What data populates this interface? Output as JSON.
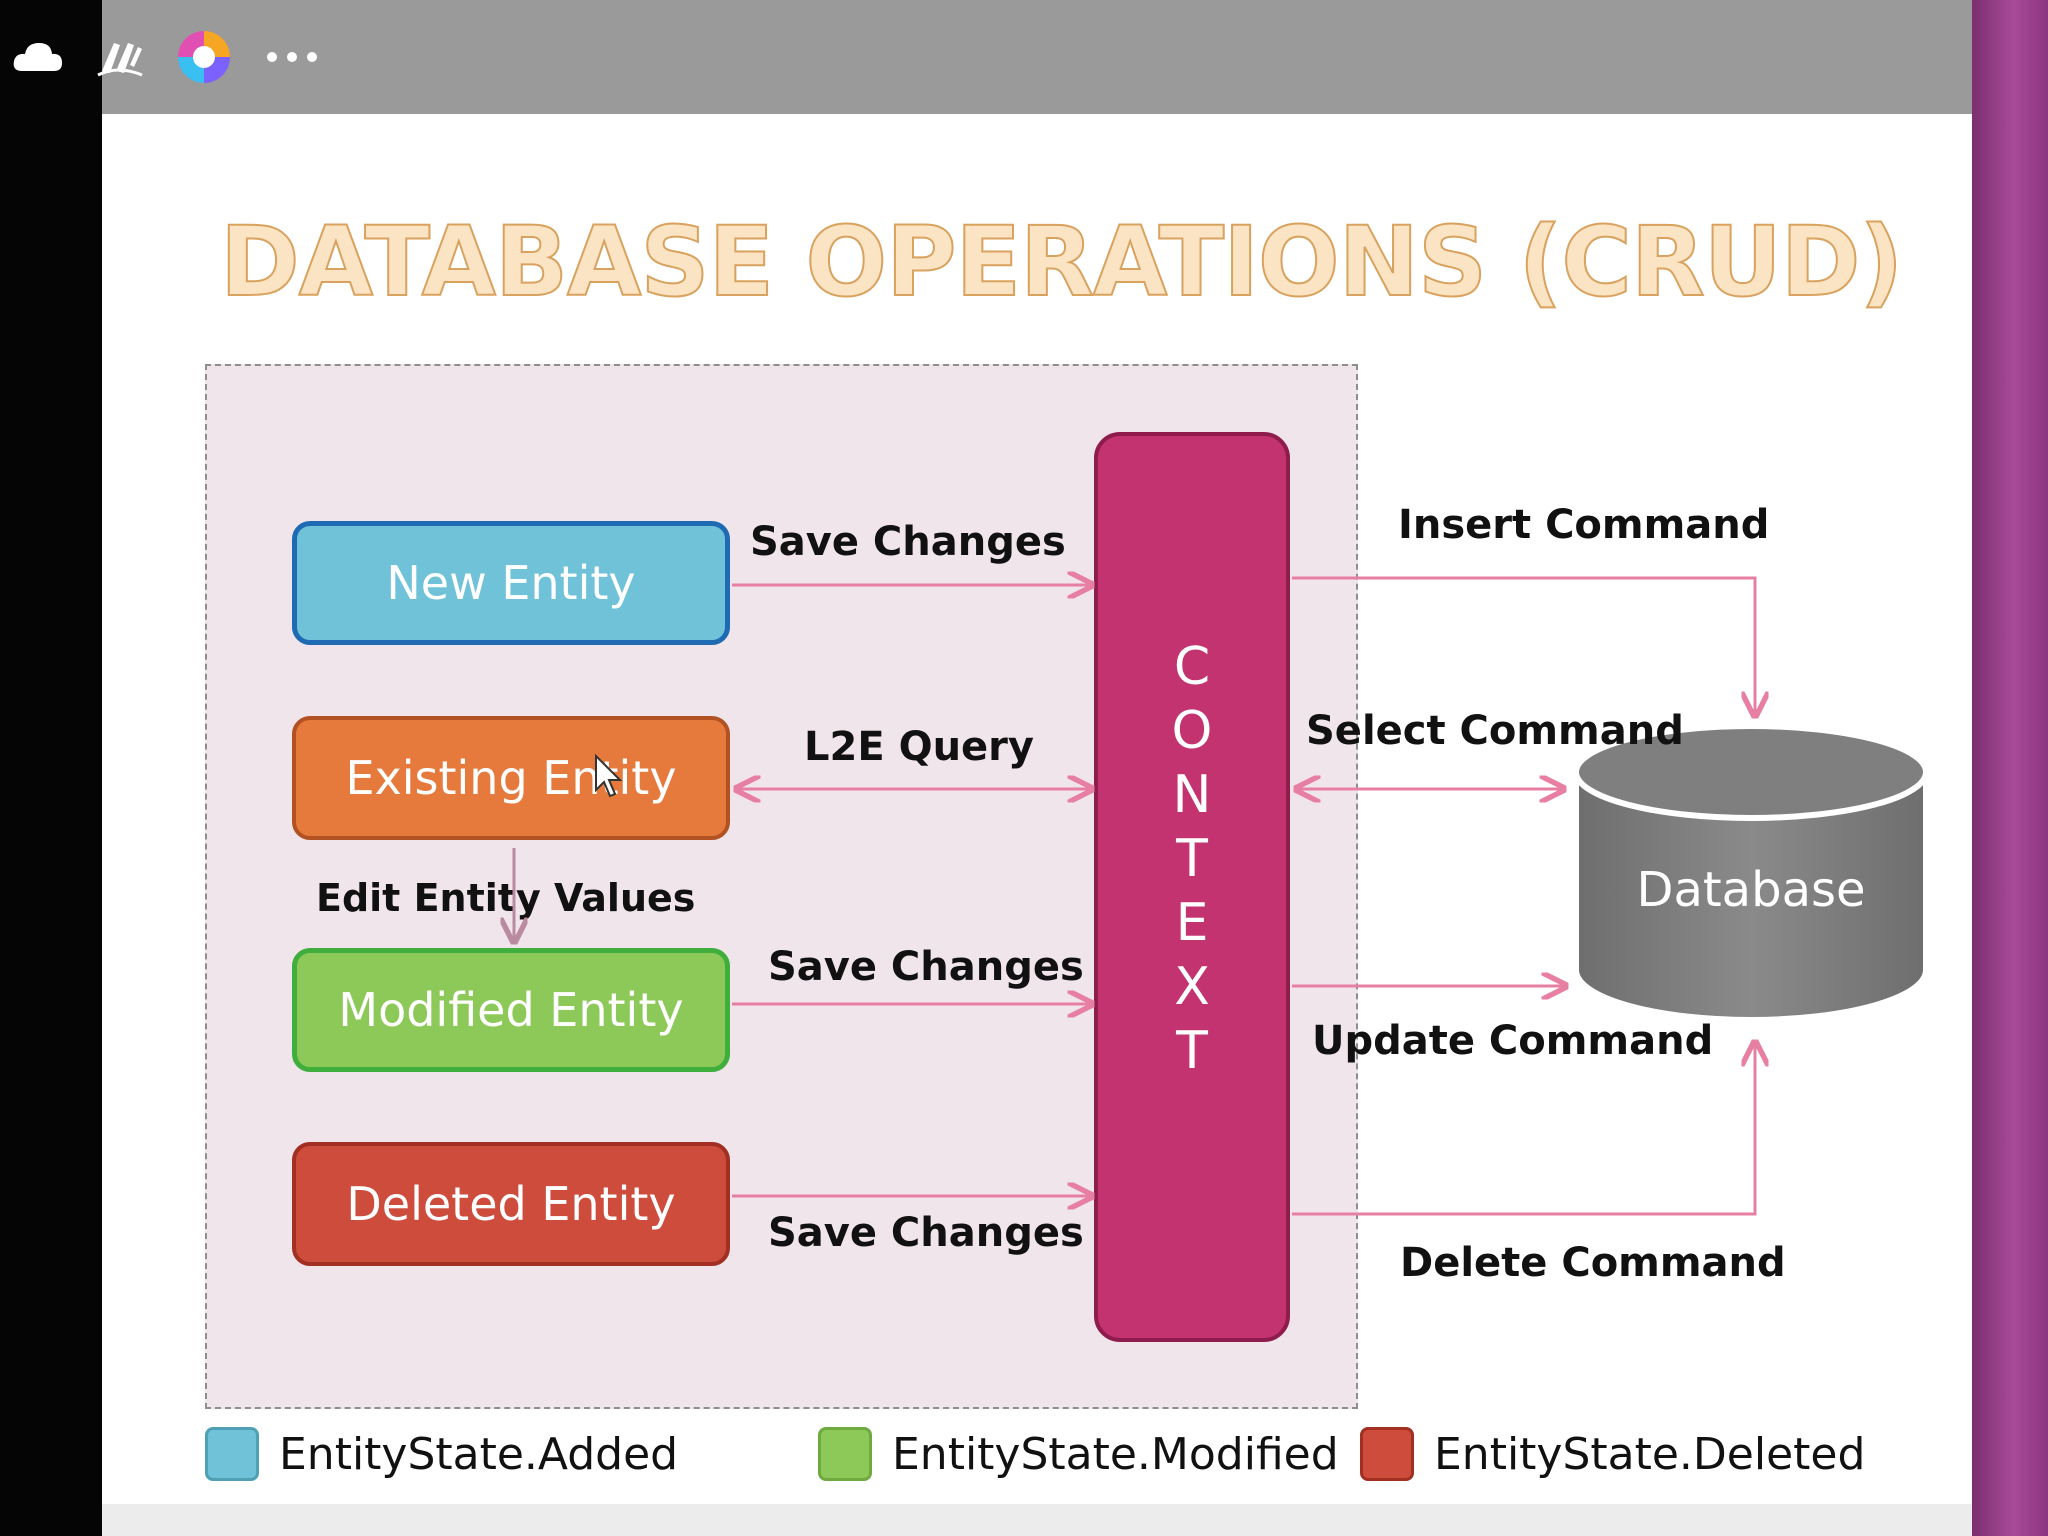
{
  "title": "DATABASE OPERATIONS (CRUD)",
  "tray_icons": [
    "cloud-icon",
    "stylus-icon",
    "colorful-app-icon",
    "more-icon"
  ],
  "entities": {
    "new": "New Entity",
    "existing": "Existing Entity",
    "modified": "Modified Entity",
    "deleted": "Deleted Entity"
  },
  "context_letters": [
    "C",
    "O",
    "N",
    "T",
    "E",
    "X",
    "T"
  ],
  "database_label": "Database",
  "arrow_labels": {
    "save_changes_new": "Save Changes",
    "l2e_query": "L2E Query",
    "edit_entity_values": "Edit Entity Values",
    "save_changes_modified": "Save Changes",
    "save_changes_deleted": "Save Changes",
    "insert_command": "Insert Command",
    "select_command": "Select Command",
    "update_command": "Update Command",
    "delete_command": "Delete Command"
  },
  "legend": [
    {
      "label": "EntityState.Added",
      "color": "#6fc2d8"
    },
    {
      "label": "EntityState.Modified",
      "color": "#8cc959"
    },
    {
      "label": "EntityState.Deleted",
      "color": "#cd4c3c"
    }
  ],
  "colors": {
    "context": "#c2336f",
    "arrow": "#e77fa3",
    "database": "#7c7c7c"
  }
}
